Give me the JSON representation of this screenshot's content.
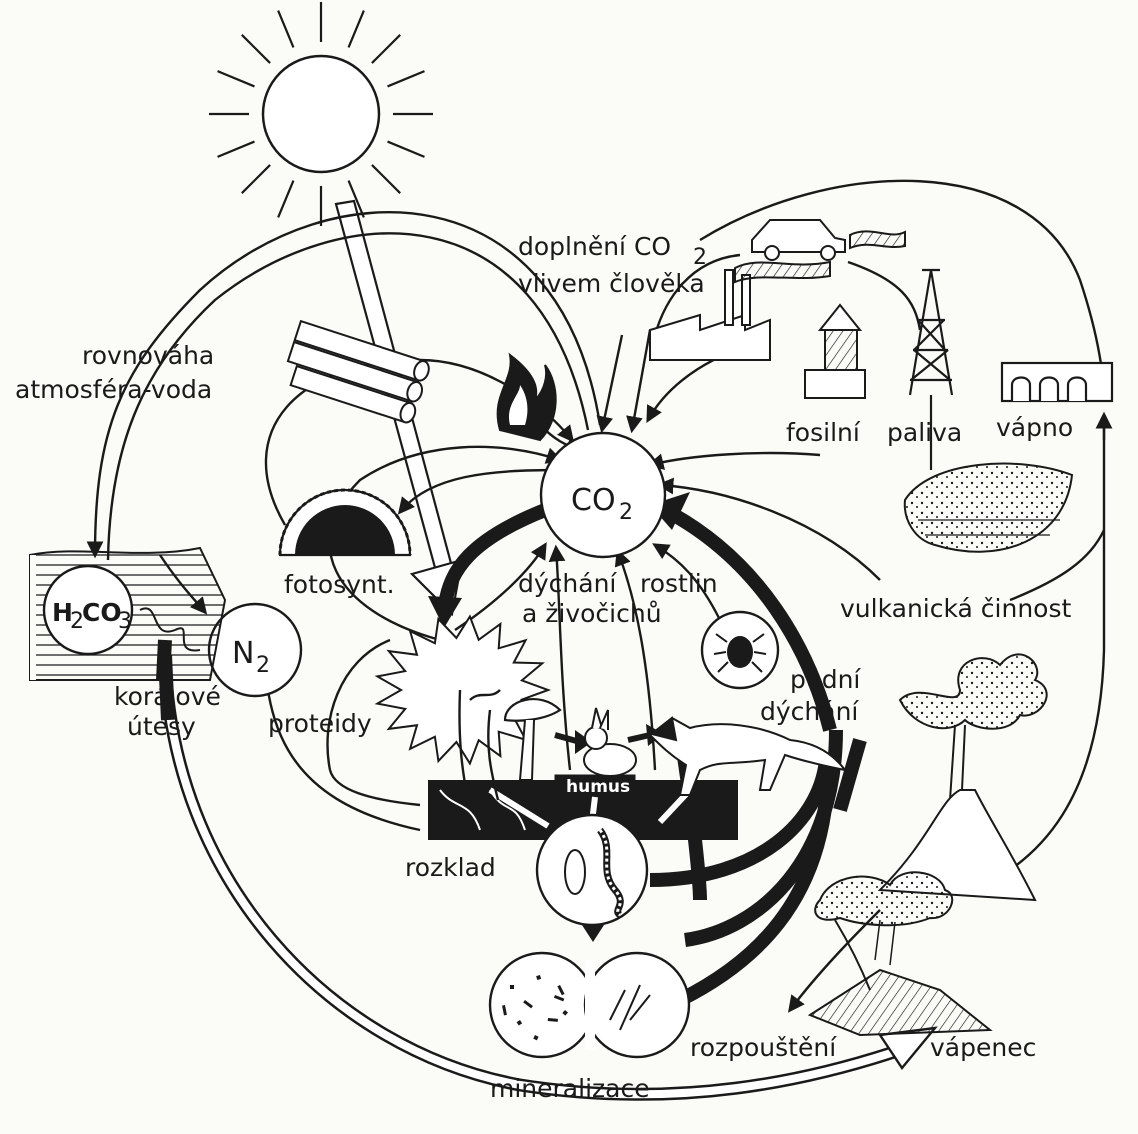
{
  "labels": {
    "co2_center": "CO",
    "co2_center_sub": "2",
    "human_line1": "doplnění CO",
    "human_line1_sub": "2",
    "human_line2": "vlivem člověka",
    "equilibrium_line1": "rovnováha",
    "equilibrium_line2": "atmosféra-voda",
    "h2co3_h": "H",
    "h2co3_h_sub": "2",
    "h2co3_co": "CO",
    "h2co3_co_sub": "3",
    "n2": "N",
    "n2_sub": "2",
    "photosynthesis": "fotosynt.",
    "respiration_line1": "dýchání",
    "respiration_line2": "a živočichů",
    "plants": "rostlin",
    "soil_line1": "půdní",
    "soil_line2": "dýchání",
    "coral_line1": "korálové",
    "coral_line2": "útesy",
    "proteids": "proteidy",
    "humus": "humus",
    "decomposition": "rozklad",
    "mineralization": "mineralizace",
    "dissolution": "rozpouštění",
    "limestone": "vápenec",
    "volcanic": "vulkanická činnost",
    "fossil": "fosilní",
    "fuels": "paliva",
    "lime": "vápno"
  }
}
